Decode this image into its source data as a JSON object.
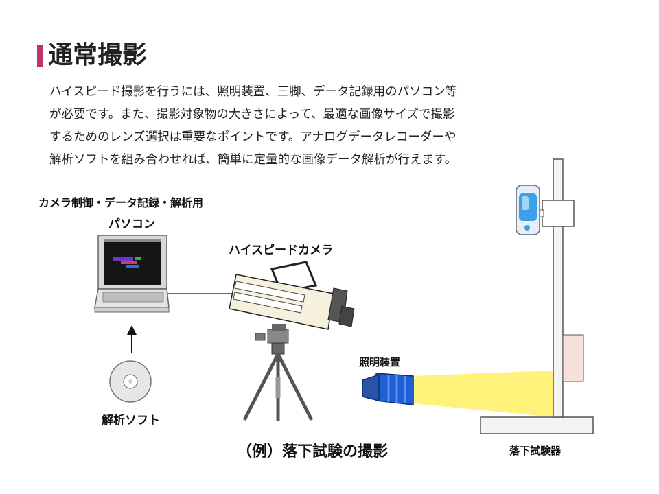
{
  "page": {
    "title": "通常撮影",
    "accent_color": "#c0336a",
    "body_lines": [
      "ハイスピード撮影を行うには、照明装置、三脚、データ記録用のパソコン等",
      "が必要です。また、撮影対象物の大きさによって、最適な画像サイズで撮影",
      "するためのレンズ選択は重要なポイントです。アナログデータレコーダーや",
      "解析ソフトを組み合わせれば、簡単に定量的な画像データ解析が行えます。"
    ]
  },
  "diagram": {
    "pc_role_label": "カメラ制御・データ記録・解析用",
    "pc_label": "パソコン",
    "camera_label": "ハイスピードカメラ",
    "light_label": "照明装置",
    "software_label": "解析ソフト",
    "caption": "（例）落下試験の撮影",
    "tester_label": "落下試験器",
    "colors": {
      "light_beam": "#fff27a",
      "lamp_blue": "#1f5fd6",
      "camera_body": "#f5f1dc",
      "phone_blue": "#3aa0e8"
    }
  }
}
